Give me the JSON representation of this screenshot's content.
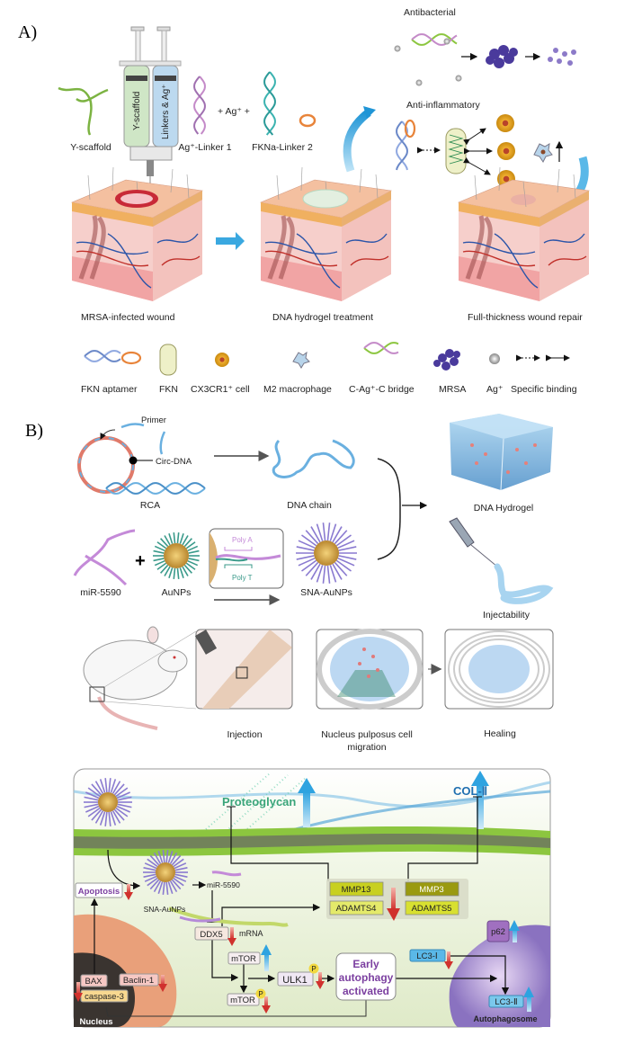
{
  "panel_a": {
    "label": "A)",
    "antibacterial": "Antibacterial",
    "anti_inflammatory": "Anti-inflammatory",
    "syringe_labels": [
      "Y-scaffold",
      "Linkers & Ag⁺"
    ],
    "components": [
      "Y-scaffold",
      "Ag⁺-Linker 1",
      "FKNa-Linker 2"
    ],
    "plus_ag": "+  Ag⁺  +",
    "stages": [
      "MRSA-infected wound",
      "DNA hydrogel treatment",
      "Full-thickness wound repair"
    ],
    "legend": [
      "FKN aptamer",
      "FKN",
      "CX3CR1⁺ cell",
      "M2 macrophage",
      "C-Ag⁺-C bridge",
      "MRSA",
      "Ag⁺",
      "Specific binding"
    ]
  },
  "panel_b": {
    "label": "B)",
    "primer": "Primer",
    "circ_dna": "Circ-DNA",
    "rca": "RCA",
    "dna_chain": "DNA chain",
    "dna_hydrogel": "DNA Hydrogel",
    "mir": "miR-5590",
    "aunps": "AuNPs",
    "poly_a": "Poly A",
    "poly_t": "Poly T",
    "sna_aunps": "SNA-AuNPs",
    "injectability": "Injectability",
    "injection": "Injection",
    "np_migration": [
      "Nucleus pulposus cell",
      "migration"
    ],
    "healing": "Healing",
    "pathway": {
      "proteoglycan": "Proteoglycan",
      "col2": "COL-Ⅱ",
      "apoptosis": "Apoptosis",
      "sna_aunps": "SNA-AuNPs",
      "mir": "miR-5590",
      "mmp13": "MMP13",
      "mmp3": "MMP3",
      "adamts4": "ADAMTS4",
      "adamts5": "ADAMTS5",
      "ddx5": "DDX5",
      "mrna": "mRNA",
      "mtor": "mTOR",
      "mtor_p": "mTOR",
      "phospho": "P",
      "ulk1": "ULK1",
      "early": [
        "Early",
        "autophagy",
        "activated"
      ],
      "lc3i": "LC3-Ⅰ",
      "p62": "p62",
      "lc3ii": "LC3-Ⅱ",
      "autophagosome": "Autophagosome",
      "bax": "BAX",
      "baclin1": "Baclin-1",
      "caspase3": "caspase-3",
      "nucleus": "Nucleus"
    }
  },
  "colors": {
    "up_arrow": "#3aa8e0",
    "down_arrow": "#d0312d",
    "proteoglycan": "#3aa57a",
    "col2": "#1f6fb0",
    "membrane": "#8cc63f",
    "cell_bg": "#e6efd2",
    "early_text": "#7b3fa0"
  }
}
